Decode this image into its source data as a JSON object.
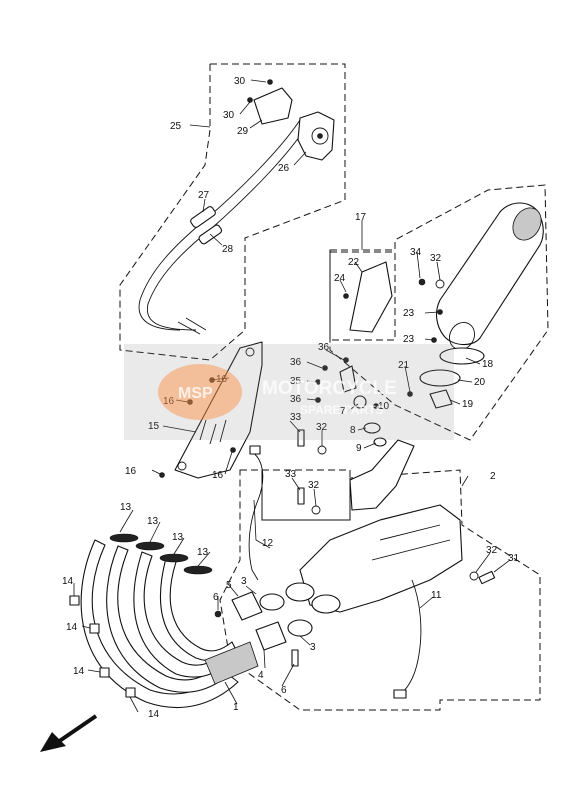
{
  "callouts": {
    "c1": "1",
    "c2": "2",
    "c3a": "3",
    "c3b": "3",
    "c4": "4",
    "c5": "5",
    "c6a": "6",
    "c6b": "6",
    "c7": "7",
    "c8": "8",
    "c9": "9",
    "c10": "10",
    "c11": "11",
    "c12": "12",
    "c13a": "13",
    "c13b": "13",
    "c13c": "13",
    "c13d": "13",
    "c14a": "14",
    "c14b": "14",
    "c14c": "14",
    "c14d": "14",
    "c15": "15",
    "c16a": "16",
    "c16b": "16",
    "c16c": "16",
    "c16d": "16",
    "c17": "17",
    "c18": "18",
    "c19": "19",
    "c20": "20",
    "c21": "21",
    "c22": "22",
    "c23a": "23",
    "c23b": "23",
    "c24": "24",
    "c25": "25",
    "c26": "26",
    "c27": "27",
    "c28": "28",
    "c29": "29",
    "c30a": "30",
    "c30b": "30",
    "c31": "31",
    "c32a": "32",
    "c32b": "32",
    "c32c": "32",
    "c32d": "32",
    "c33a": "33",
    "c33b": "33",
    "c34": "34",
    "c35": "35",
    "c36a": "36",
    "c36b": "36",
    "c36c": "36"
  },
  "watermark": {
    "brand": "MOTORCYCLE",
    "sub": "SPARE PARTS",
    "logo": "MSP"
  },
  "icons": {
    "direction_arrow": "front-direction-arrow-icon"
  }
}
